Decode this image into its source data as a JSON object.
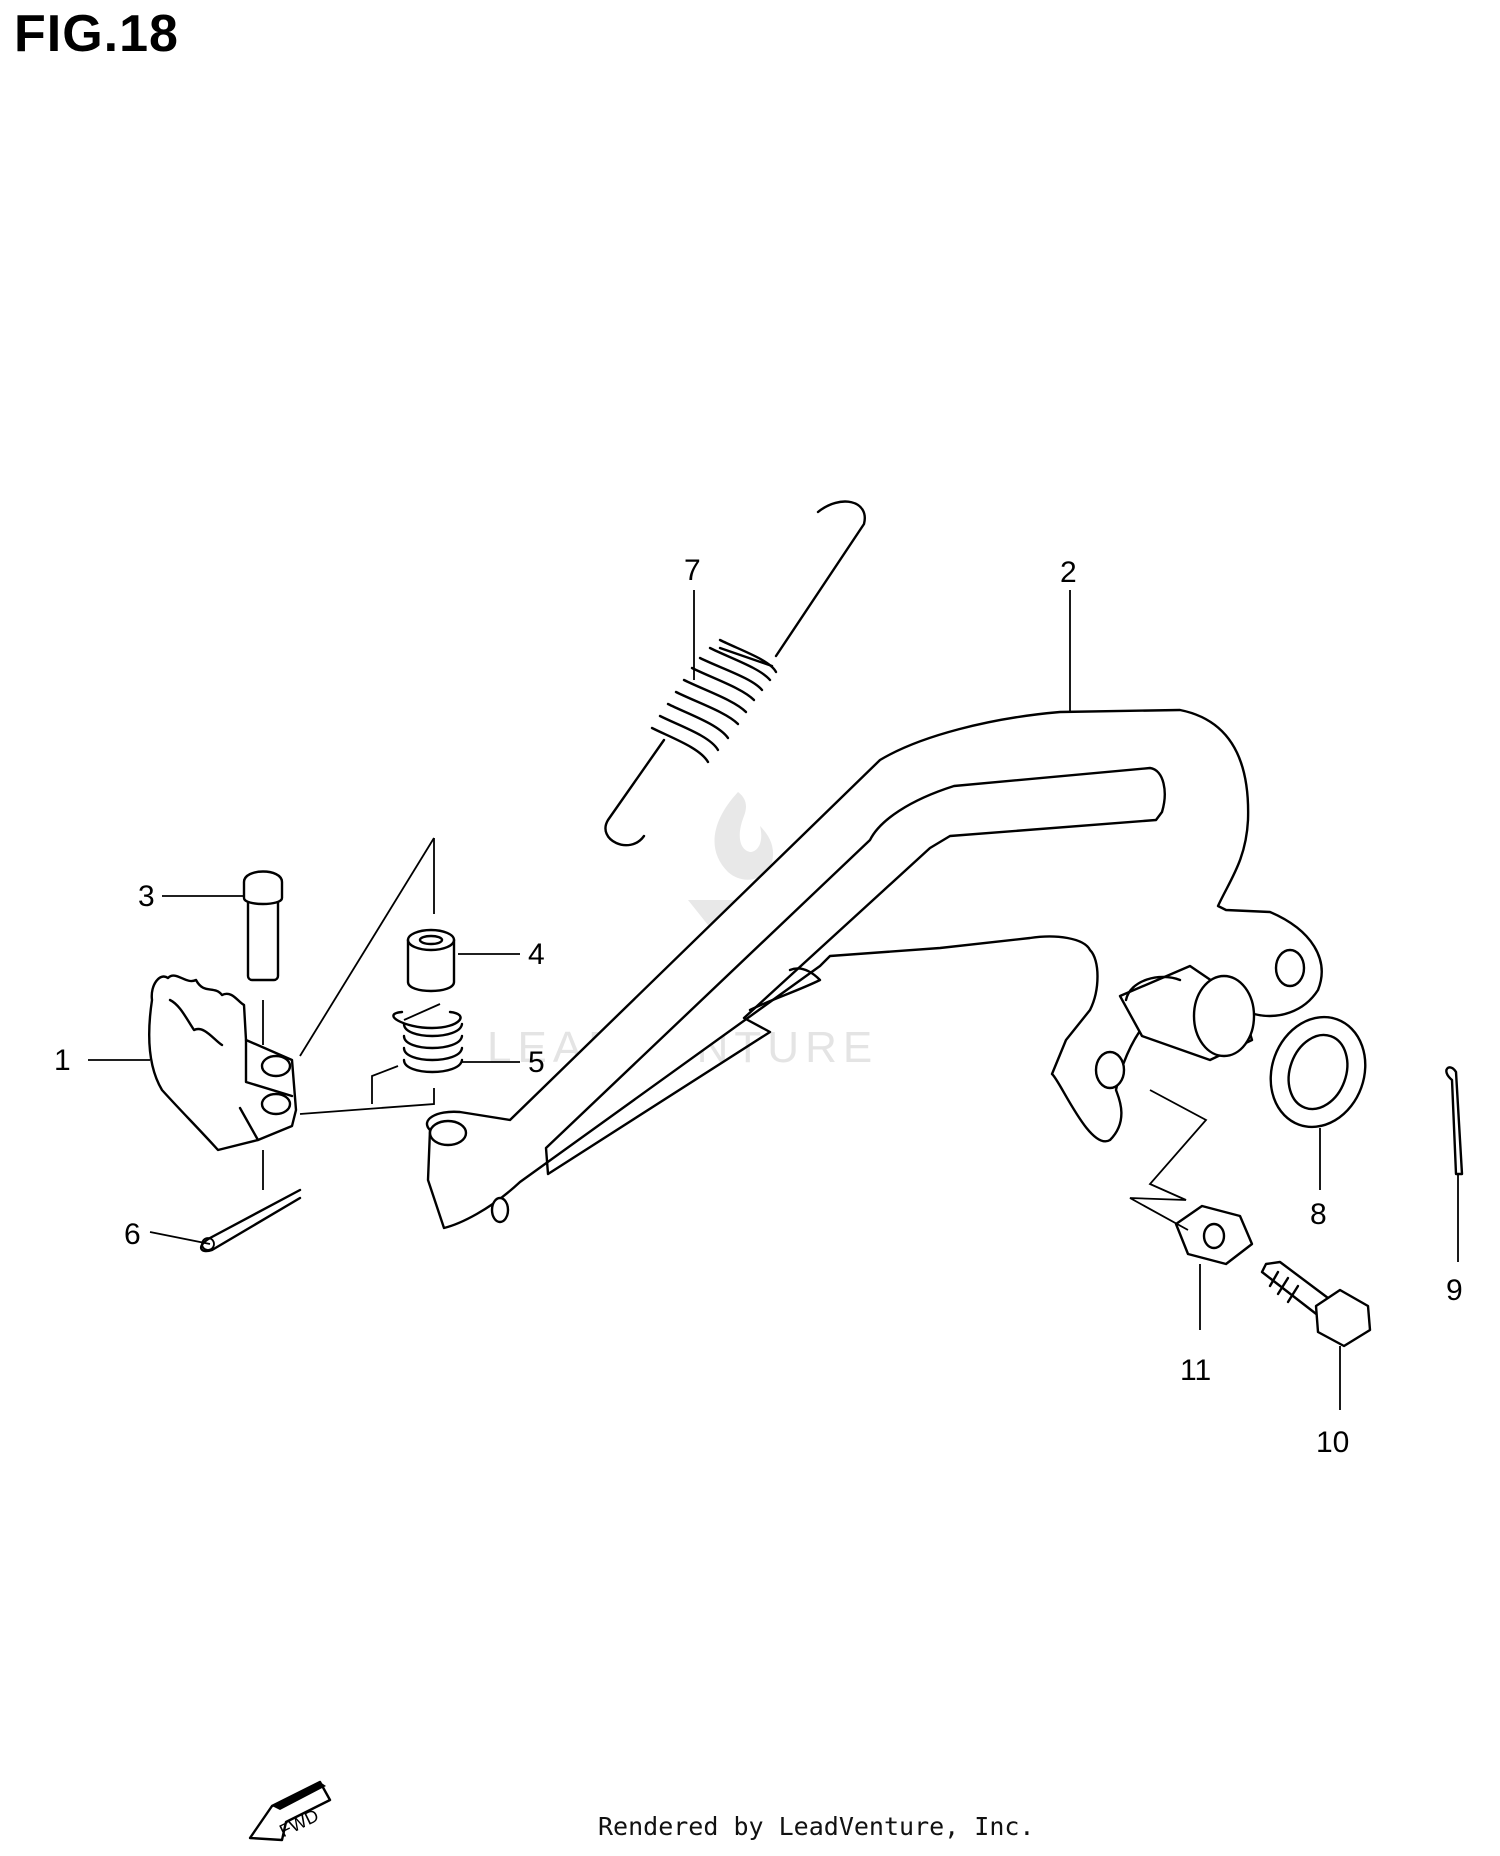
{
  "figure": {
    "title": "FIG.18"
  },
  "callouts": [
    {
      "id": "1",
      "label": "1"
    },
    {
      "id": "2",
      "label": "2"
    },
    {
      "id": "3",
      "label": "3"
    },
    {
      "id": "4",
      "label": "4"
    },
    {
      "id": "5",
      "label": "5"
    },
    {
      "id": "6",
      "label": "6"
    },
    {
      "id": "7",
      "label": "7"
    },
    {
      "id": "8",
      "label": "8"
    },
    {
      "id": "9",
      "label": "9"
    },
    {
      "id": "10",
      "label": "10"
    },
    {
      "id": "11",
      "label": "11"
    }
  ],
  "watermark": {
    "text": "LEADVENTURE"
  },
  "direction_badge": {
    "text": "FWD"
  },
  "footer": {
    "text": "Rendered by LeadVenture, Inc."
  }
}
